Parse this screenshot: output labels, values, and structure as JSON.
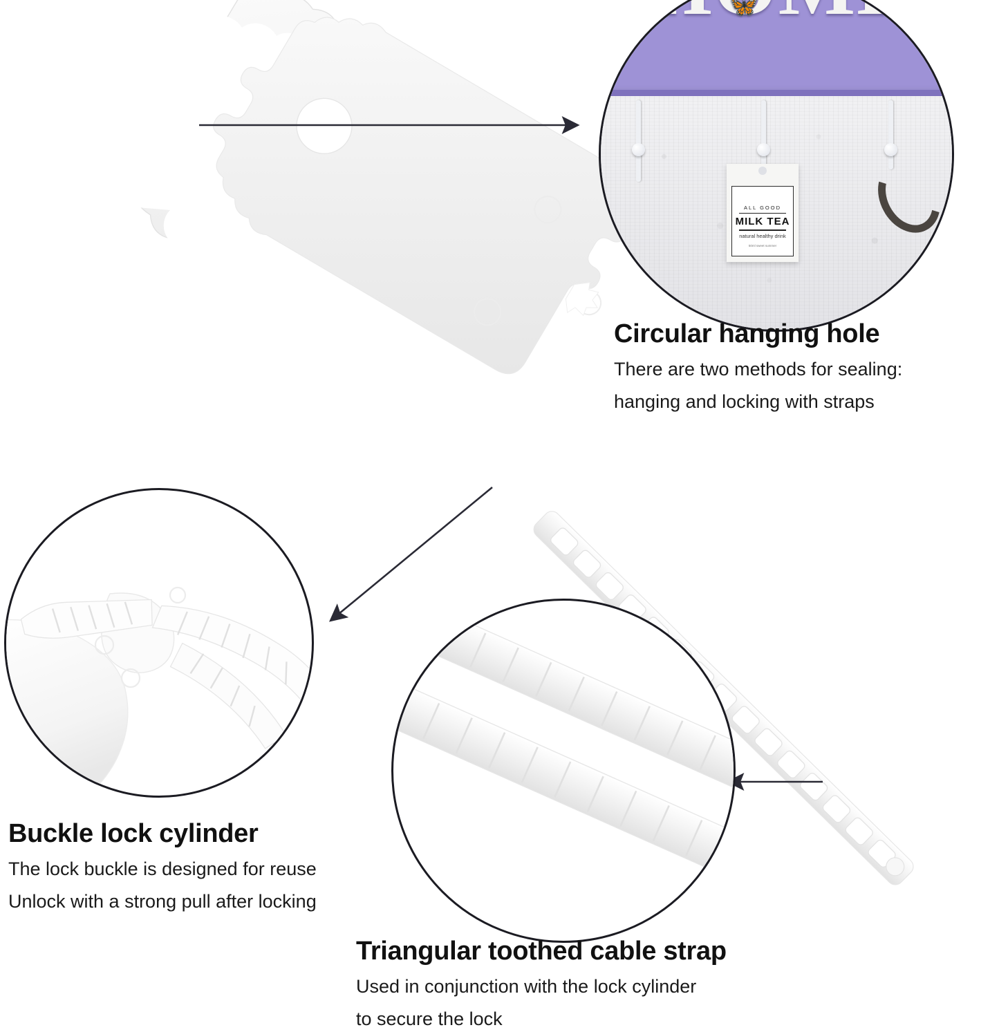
{
  "image": {
    "kind": "product-infographic",
    "subject": "white plastic hanging tag with toothed cable strap",
    "background_color": "#ffffff"
  },
  "callouts": [
    {
      "id": "hanging-hole",
      "title": "Circular hanging hole",
      "description_lines": [
        "There are two methods for sealing:",
        "hanging and locking with straps"
      ],
      "inset": "photo of purple HOME wall hook rack with a white tag hanging"
    },
    {
      "id": "buckle-lock",
      "title": "Buckle lock cylinder",
      "description_lines": [
        "The lock buckle is designed for reuse",
        "Unlock with a strong pull after locking"
      ],
      "inset": "macro of the buckle head gripping the toothed strap"
    },
    {
      "id": "cable-strap",
      "title": "Triangular toothed cable strap",
      "description_lines": [
        "Used in conjunction with the lock cylinder",
        "to secure the lock"
      ],
      "inset": "macro of two parallel triangular toothed straps"
    }
  ],
  "photo_inset": {
    "sign_word": "HOME",
    "sign_color": "#9e92d6",
    "hook_count": 3,
    "mini_tag": {
      "line_small_top": "ALL  GOOD",
      "line_main": "MILK TEA",
      "line_sub": "natural healthy drink",
      "line_tiny": "50ml sweet\nsummer"
    }
  },
  "arrows": [
    {
      "id": "arrow-to-hole",
      "from": "hanging hole on tag",
      "to": "photo circle",
      "direction": "right"
    },
    {
      "id": "arrow-to-buckle",
      "from": "buckle head on tag",
      "to": "buckle circle",
      "direction": "down-left"
    },
    {
      "id": "arrow-to-strap",
      "from": "strap tail",
      "to": "strap circle",
      "direction": "left"
    }
  ],
  "colors": {
    "background": "#ffffff",
    "ink": "#111111",
    "outline": "#1b1b22",
    "tag_plastic": "#f2f2f2",
    "accent_purple": "#9e92d6"
  }
}
